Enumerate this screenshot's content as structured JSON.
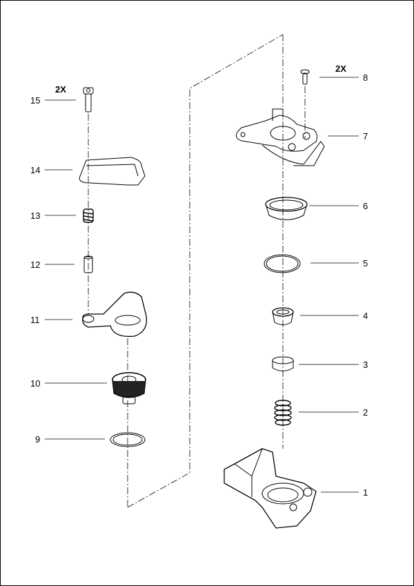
{
  "quantity_notes": {
    "part15": "2X",
    "part8": "2X"
  },
  "callouts": [
    {
      "id": "1",
      "label": "1"
    },
    {
      "id": "2",
      "label": "2"
    },
    {
      "id": "3",
      "label": "3"
    },
    {
      "id": "4",
      "label": "4"
    },
    {
      "id": "5",
      "label": "5"
    },
    {
      "id": "6",
      "label": "6"
    },
    {
      "id": "7",
      "label": "7"
    },
    {
      "id": "8",
      "label": "8"
    },
    {
      "id": "9",
      "label": "9"
    },
    {
      "id": "10",
      "label": "10"
    },
    {
      "id": "11",
      "label": "11"
    },
    {
      "id": "12",
      "label": "12"
    },
    {
      "id": "13",
      "label": "13"
    },
    {
      "id": "14",
      "label": "14"
    },
    {
      "id": "15",
      "label": "15"
    }
  ]
}
